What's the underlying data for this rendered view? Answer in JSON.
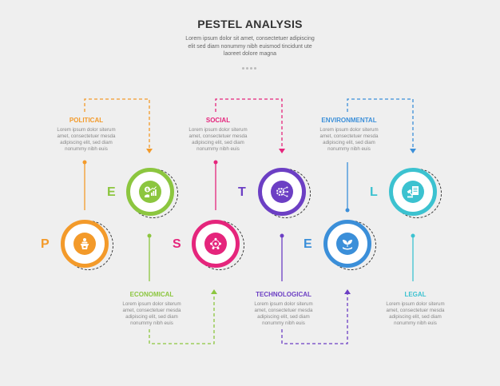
{
  "header": {
    "title": "PESTEL ANALYSIS",
    "subtitle_lines": [
      "Lorem ipsum dolor sit amet, consectetuer adipiscing",
      "elit sed diam nonummy nibh euismod tincidunt ute",
      "laoreet dolore magna"
    ]
  },
  "items": [
    {
      "letter": "P",
      "label": "POLITICAL",
      "color": "#f39a2a",
      "icon": "podium-icon",
      "desc": [
        "Lorem ipsum dolor siterum",
        "amet, consectetuer mesda",
        "adipiscing elit, sed diam",
        "nonummy nibh euis"
      ]
    },
    {
      "letter": "E",
      "label": "ECONOMICAL",
      "color": "#8cc63f",
      "icon": "money-growth-icon",
      "desc": [
        "Lorem ipsum dolor siterum",
        "amet, consectetuer mesda",
        "adipiscing elit, sed diam",
        "nonummy nibh euis"
      ]
    },
    {
      "letter": "S",
      "label": "SOCIAL",
      "color": "#e5257c",
      "icon": "people-network-icon",
      "desc": [
        "Lorem ipsum dolor siterum",
        "amet, consectetuer mesda",
        "adipiscing elit, sed diam",
        "nonummy nibh euis"
      ]
    },
    {
      "letter": "T",
      "label": "TECHNOLOGICAL",
      "color": "#6c3fc4",
      "icon": "gear-circuit-icon",
      "desc": [
        "Lorem ipsum dolor siterum",
        "amet, consectetuer mesda",
        "adipiscing elit, sed diam",
        "nonummy nibh euis"
      ]
    },
    {
      "letter": "E",
      "label": "ENVIRONMENTAL",
      "color": "#3b8fd9",
      "icon": "plant-hand-icon",
      "desc": [
        "Lorem ipsum dolor siterum",
        "amet, consectetuer mesda",
        "adipiscing elit, sed diam",
        "nonummy nibh euis"
      ]
    },
    {
      "letter": "L",
      "label": "LEGAL",
      "color": "#3cc2d0",
      "icon": "gavel-document-icon",
      "desc": [
        "Lorem ipsum dolor siterum",
        "amet, consectetuer mesda",
        "adipiscing elit, sed diam",
        "nonummy nibh euis"
      ]
    }
  ]
}
